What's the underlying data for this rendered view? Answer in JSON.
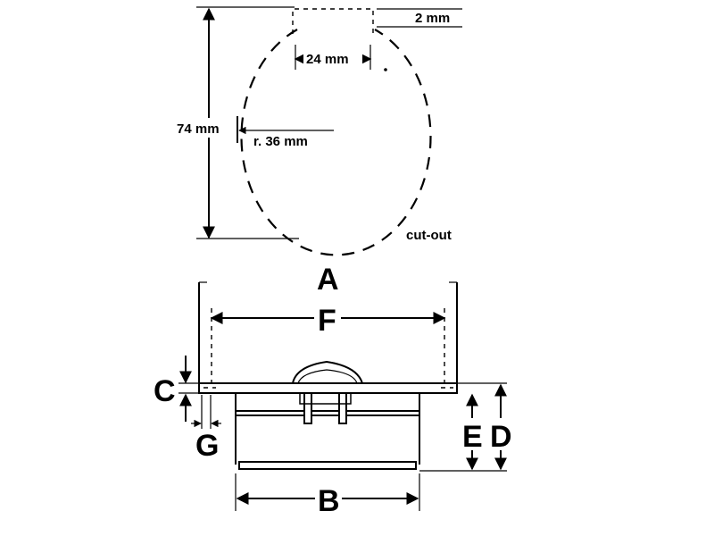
{
  "cutout": {
    "label_height": "74 mm",
    "label_notch_width": "24 mm",
    "label_notch_depth": "2 mm",
    "label_radius": "r. 36 mm",
    "caption": "cut-out"
  },
  "profile": {
    "label_A": "A",
    "label_B": "B",
    "label_C": "C",
    "label_D": "D",
    "label_E": "E",
    "label_F": "F",
    "label_G": "G"
  }
}
